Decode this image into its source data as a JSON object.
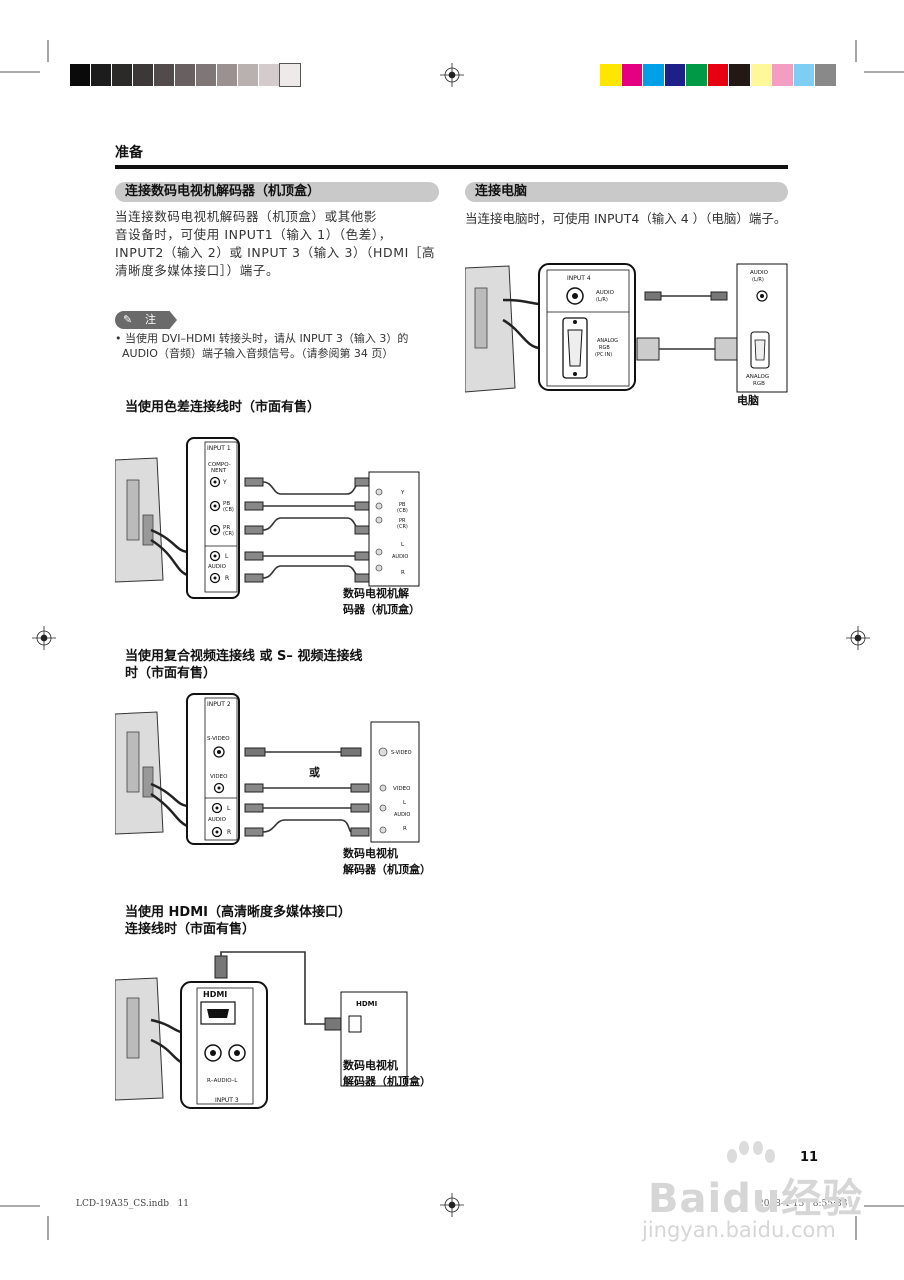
{
  "header": {
    "section_title": "准备"
  },
  "colors": {
    "grayscale_strip": [
      "#0a0a0a",
      "#1c1c1c",
      "#2c2929",
      "#3d3838",
      "#524b4b",
      "#686060",
      "#7f7676",
      "#9b9191",
      "#b9b0b0",
      "#d4cccc",
      "#efeaea"
    ],
    "color_strip": [
      "#ffe600",
      "#e4007f",
      "#00a0e9",
      "#1d2088",
      "#009944",
      "#e60012",
      "#231815",
      "#fff799",
      "#f19ec2",
      "#7ecef4",
      "#898989"
    ],
    "section_bar": "#c9c9c9",
    "rule": "#111111"
  },
  "left_section": {
    "title": "连接数码电视机解码器（机顶盒）",
    "paragraph_lines": [
      "当连接数码电视机解码器（机顶盒）或其他影",
      "音设备时，可使用 INPUT1（输入 1）（色差），",
      "INPUT2（输入 2）或 INPUT 3（输入 3）（HDMI［高",
      "清晰度多媒体接口］）端子。"
    ],
    "note": {
      "label": "注",
      "icon": "pencil-icon",
      "lines": [
        "• 当使用 DVI–HDMI 转接头时，请从 INPUT 3（输入 3）的",
        "  AUDIO（音频）端子输入音频信号。（请参阅第 34 页）"
      ]
    }
  },
  "right_section": {
    "title": "连接电脑",
    "paragraph": "当连接电脑时，可使用 INPUT4（输入 4 ）（电脑）端子。",
    "diagram": {
      "panel_label": "INPUT 4",
      "audio_label": "AUDIO",
      "audio_sub": "(L/R)",
      "analog_rgb_label": "ANALOG",
      "analog_rgb_sub": "RGB",
      "analog_rgb_sub2": "(PC IN)",
      "pc_audio_label": "AUDIO",
      "pc_audio_sub": "(L/R)",
      "pc_analog_label": "ANALOG",
      "pc_analog_sub": "RGB",
      "device_caption": "电脑"
    }
  },
  "diagram_component": {
    "heading": "当使用色差连接线时（市面有售）",
    "panel_label": "INPUT 1",
    "compo_label_1": "COMPO-",
    "compo_label_2": "NENT",
    "y_label": "Y",
    "pb_label": "PB",
    "pb_sub": "(CB)",
    "pr_label": "PR",
    "pr_sub": "(CR)",
    "l_label": "L",
    "audio_label": "AUDIO",
    "r_label": "R",
    "dev_y": "Y",
    "dev_pb": "PB",
    "dev_pb_sub": "(CB)",
    "dev_pr": "PR",
    "dev_pr_sub": "(CR)",
    "dev_l": "L",
    "dev_audio": "AUDIO",
    "dev_r": "R",
    "caption_lines": [
      "数码电视机解",
      "码器（机顶盒）"
    ]
  },
  "diagram_composite": {
    "heading_lines": [
      "当使用复合视频连接线 或 S– 视频连接线",
      "时（市面有售）"
    ],
    "panel_label": "INPUT 2",
    "svideo_label": "S-VIDEO",
    "video_label": "VIDEO",
    "l_label": "L",
    "audio_label": "AUDIO",
    "r_label": "R",
    "or_label": "或",
    "dev_svideo": "S-VIDEO",
    "dev_video": "VIDEO",
    "dev_l": "L",
    "dev_audio": "AUDIO",
    "dev_r": "R",
    "caption_lines": [
      "数码电视机",
      "解码器（机顶盒）"
    ]
  },
  "diagram_hdmi": {
    "heading_lines": [
      "当使用 HDMI（高清晰度多媒体接口）",
      "连接线时（市面有售）"
    ],
    "hdmi_logo": "HDMI",
    "audio_lr_label": "R–AUDIO–L",
    "panel_label": "INPUT 3",
    "dev_hdmi_logo": "HDMI",
    "caption_lines": [
      "数码电视机",
      "解码器（机顶盒）"
    ]
  },
  "footer": {
    "page_number": "11",
    "file_info": "LCD-19A35_CS.indb   11",
    "date_info": "2008-4-15   8:55:33"
  },
  "watermark": {
    "main": "Baidu经验",
    "sub": "jingyan.baidu.com"
  }
}
